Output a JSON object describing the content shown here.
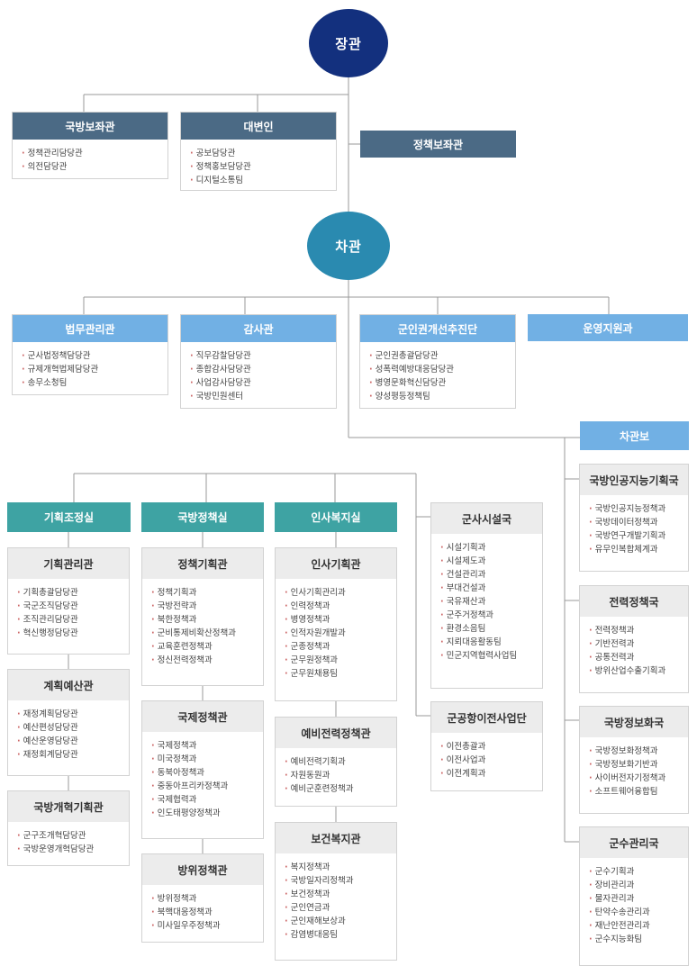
{
  "top": {
    "minister": "장관",
    "vice_minister": "차관"
  },
  "minister_staff": [
    {
      "title": "국방보좌관",
      "items": [
        "정책관리담당관",
        "의전담당관"
      ]
    },
    {
      "title": "대변인",
      "items": [
        "공보담당관",
        "정책홍보담당관",
        "디지털소통팀"
      ]
    }
  ],
  "policy_aide": "정책보좌관",
  "vice_staff": [
    {
      "title": "법무관리관",
      "items": [
        "군사법정책담당관",
        "규제개혁법제담당관",
        "송무소청팀"
      ]
    },
    {
      "title": "감사관",
      "items": [
        "직무감찰담당관",
        "종합감사담당관",
        "사업감사담당관",
        "국방민원센터"
      ]
    },
    {
      "title": "군인권개선추진단",
      "items": [
        "군인권총괄담당관",
        "성폭력예방대응담당관",
        "병영문화혁신담당관",
        "양성평등정책팀"
      ]
    }
  ],
  "operations_support": "운영지원과",
  "vice_assistant": "차관보",
  "offices": [
    {
      "title": "기획조정실",
      "sections": [
        {
          "title": "기획관리관",
          "items": [
            "기획총괄담당관",
            "국군조직담당관",
            "조직관리담당관",
            "혁신행정담당관"
          ]
        },
        {
          "title": "계획예산관",
          "items": [
            "재정계획담당관",
            "예산편성담당관",
            "예산운영담당관",
            "재정회계담당관"
          ]
        },
        {
          "title": "국방개혁기획관",
          "items": [
            "군구조개혁담당관",
            "국방운영개혁담당관"
          ]
        }
      ]
    },
    {
      "title": "국방정책실",
      "sections": [
        {
          "title": "정책기획관",
          "items": [
            "정책기획과",
            "국방전략과",
            "북한정책과",
            "군비통제비확산정책과",
            "교육훈련정책과",
            "정신전력정책과"
          ]
        },
        {
          "title": "국제정책관",
          "items": [
            "국제정책과",
            "미국정책과",
            "동북아정책과",
            "중동아프리카정책과",
            "국제협력과",
            "인도태평양정책과"
          ]
        },
        {
          "title": "방위정책관",
          "items": [
            "방위정책과",
            "북핵대응정책과",
            "미사일우주정책과"
          ]
        }
      ]
    },
    {
      "title": "인사복지실",
      "sections": [
        {
          "title": "인사기획관",
          "items": [
            "인사기획관리과",
            "인력정책과",
            "병영정책과",
            "인적자원개발과",
            "군종정책과",
            "군무원정책과",
            "군무원채용팀"
          ]
        },
        {
          "title": "예비전력정책관",
          "items": [
            "예비전력기획과",
            "자원동원과",
            "예비군훈련정책과"
          ]
        },
        {
          "title": "보건복지관",
          "items": [
            "복지정책과",
            "국방일자리정책과",
            "보건정책과",
            "군인연금과",
            "군인재해보상과",
            "감염병대응팀"
          ]
        }
      ]
    }
  ],
  "facilities": {
    "title": "군사시설국",
    "items": [
      "시설기획과",
      "시설제도과",
      "건설관리과",
      "부대건설과",
      "국유재산과",
      "군주거정책과",
      "환경소음팀",
      "지뢰대응활동팀",
      "민군지역협력사업팀"
    ]
  },
  "airport": {
    "title": "군공항이전사업단",
    "items": [
      "이전총괄과",
      "이전사업과",
      "이전계획과"
    ]
  },
  "bureaus": [
    {
      "title": "국방인공지능기획국",
      "items": [
        "국방인공지능정책과",
        "국방데이터정책과",
        "국방연구개발기획과",
        "유무인복합체계과"
      ]
    },
    {
      "title": "전력정책국",
      "items": [
        "전력정책과",
        "기반전력과",
        "공통전력과",
        "방위산업수출기획과"
      ]
    },
    {
      "title": "국방정보화국",
      "items": [
        "국방정보화정책과",
        "국방정보화기반과",
        "사이버전자기정책과",
        "소프트웨어융합팀"
      ]
    },
    {
      "title": "군수관리국",
      "items": [
        "군수기획과",
        "장비관리과",
        "물자관리과",
        "탄약수송관리과",
        "재난안전관리과",
        "군수지능화팀"
      ]
    }
  ]
}
